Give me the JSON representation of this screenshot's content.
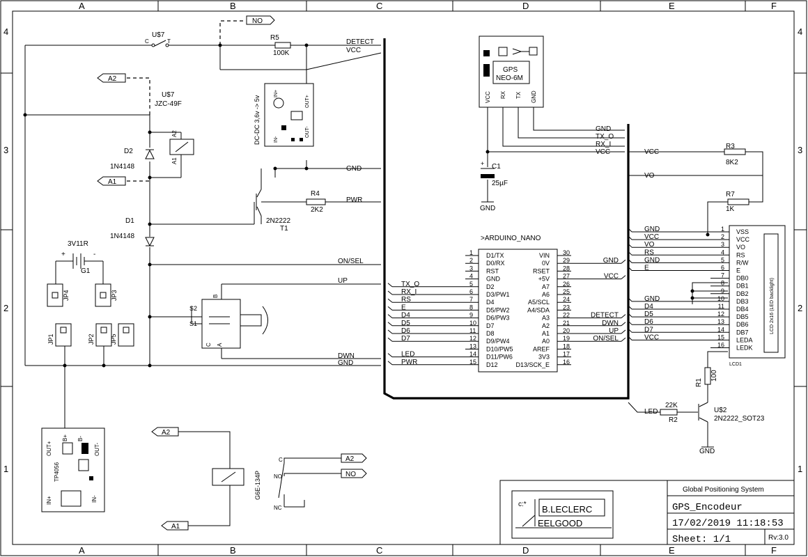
{
  "frame": {
    "cols": [
      "A",
      "B",
      "C",
      "D",
      "E",
      "F"
    ],
    "rows": [
      "4",
      "3",
      "2",
      "1"
    ]
  },
  "parts": {
    "u7_switch": {
      "name": "U$7",
      "pin_c": "C",
      "pin_t": "T"
    },
    "u7_relay": {
      "name": "U$7",
      "value": "JZC-49F",
      "pin_a2": "A2",
      "pin_a1": "A1"
    },
    "r5": {
      "name": "R5",
      "value": "100K"
    },
    "r4": {
      "name": "R4",
      "value": "2K2"
    },
    "r3": {
      "name": "R3",
      "value": "8K2"
    },
    "r7": {
      "name": "R7",
      "value": "1K"
    },
    "r2": {
      "name": "R2",
      "value": "22K"
    },
    "r1": {
      "name": "R1",
      "value": "100"
    },
    "d2": {
      "name": "D2",
      "value": "1N4148"
    },
    "d1": {
      "name": "D1",
      "value": "1N4148"
    },
    "t1": {
      "name": "T1",
      "value": "2N2222"
    },
    "u2": {
      "name": "U$2",
      "value": "2N2222_SOT23"
    },
    "c1": {
      "name": "C1",
      "value": "25µF",
      "plus": "+"
    },
    "g1": {
      "name": "G1",
      "value": "3V11R",
      "plus": "+",
      "minus": "-"
    },
    "dcdc": {
      "title": "DC-DC 3,6v -> 5v",
      "in_plus": "IN+",
      "in_minus": "IN-",
      "out_plus": "OUT+",
      "out_minus": "OUT-"
    },
    "gps": {
      "title": "GPS",
      "model": "NEO-6M",
      "pins": [
        "VCC",
        "RX",
        "TX",
        "GND"
      ]
    },
    "charger": {
      "title": "TP4056",
      "pins": [
        "OUT+",
        "B+",
        "B-",
        "OUT-",
        "IN+",
        "IN-"
      ]
    },
    "sw": {
      "s2": "S2",
      "s1": "S1",
      "b": "B",
      "c": "C",
      "a": "A"
    },
    "jumpers": [
      "JP4",
      "JP3",
      "JP1",
      "JP2",
      "JP5"
    ],
    "relay2": {
      "name": "G6E-134P",
      "c": "C",
      "no": "NO",
      "nc": "NC"
    },
    "lcd": {
      "name": "LCD1",
      "body": "LCD 2x16 (LED backlight)"
    },
    "nano": {
      "title": ">ARDUINO_NANO"
    }
  },
  "tags": {
    "no_top": "NO",
    "a2_top": "A2",
    "a1_mid": "A1",
    "a2_bottom": "A2",
    "a1_bottom": "A1",
    "a2_right": "A2",
    "no_right": "NO"
  },
  "nets": {
    "detect": "DETECT",
    "vcc": "VCC",
    "gnd": "GND",
    "pwr": "PWR",
    "on_sel": "ON/SEL",
    "up": "UP",
    "dwn": "DWN",
    "tx_o": "TX_O",
    "rx_i": "RX_I",
    "vo": "VO",
    "rs": "RS",
    "e": "E",
    "d4": "D4",
    "d5": "D5",
    "d6": "D6",
    "d7": "D7",
    "led": "LED",
    "gps_gnd": "GND",
    "gps_tx": "TX_O",
    "gps_rx": "RX_I",
    "gps_vcc": "VCC"
  },
  "nano_left": [
    {
      "num": "1",
      "label": "D1/TX"
    },
    {
      "num": "2",
      "label": "D0/RX"
    },
    {
      "num": "3",
      "label": "RST"
    },
    {
      "num": "4",
      "label": "GND"
    },
    {
      "num": "5",
      "label": "D2"
    },
    {
      "num": "6",
      "label": "D3/PW1"
    },
    {
      "num": "7",
      "label": "D4"
    },
    {
      "num": "8",
      "label": "D5/PW2"
    },
    {
      "num": "9",
      "label": "D6/PW3"
    },
    {
      "num": "10",
      "label": "D7"
    },
    {
      "num": "11",
      "label": "D8"
    },
    {
      "num": "12",
      "label": "D9/PW4"
    },
    {
      "num": "13",
      "label": "D10/PW5"
    },
    {
      "num": "14",
      "label": "D11/PW6"
    },
    {
      "num": "15",
      "label": "D12"
    }
  ],
  "nano_right": [
    {
      "num": "30",
      "label": "VIN"
    },
    {
      "num": "29",
      "label": "0V"
    },
    {
      "num": "28",
      "label": "RSET"
    },
    {
      "num": "27",
      "label": "+5V"
    },
    {
      "num": "26",
      "label": "A7"
    },
    {
      "num": "25",
      "label": "A6"
    },
    {
      "num": "24",
      "label": "A5/SCL"
    },
    {
      "num": "23",
      "label": "A4/SDA"
    },
    {
      "num": "22",
      "label": "A3"
    },
    {
      "num": "21",
      "label": "A2"
    },
    {
      "num": "20",
      "label": "A1"
    },
    {
      "num": "19",
      "label": "A0"
    },
    {
      "num": "18",
      "label": "AREF"
    },
    {
      "num": "17",
      "label": "3V3"
    },
    {
      "num": "16",
      "label": "D13/SCK_E"
    }
  ],
  "nano_left_nets": [
    "",
    "",
    "",
    "",
    "TX_O",
    "RX_I",
    "RS",
    "E",
    "D4",
    "D5",
    "D6",
    "D7",
    "",
    "LED",
    "PWR"
  ],
  "nano_right_nets": [
    "",
    "GND",
    "",
    "VCC",
    "",
    "",
    "",
    "",
    "DETECT",
    "DWN",
    "UP",
    "ON/SEL",
    "",
    "",
    ""
  ],
  "lcd_pins": [
    {
      "num": "1",
      "label": "VSS",
      "net": "GND"
    },
    {
      "num": "2",
      "label": "VCC",
      "net": "VCC"
    },
    {
      "num": "3",
      "label": "VO",
      "net": "VO"
    },
    {
      "num": "4",
      "label": "RS",
      "net": "RS"
    },
    {
      "num": "5",
      "label": "R/W",
      "net": "GND"
    },
    {
      "num": "6",
      "label": "E",
      "net": "E"
    },
    {
      "num": "7",
      "label": "DB0",
      "net": ""
    },
    {
      "num": "8",
      "label": "DB1",
      "net": ""
    },
    {
      "num": "9",
      "label": "DB2",
      "net": ""
    },
    {
      "num": "10",
      "label": "DB3",
      "net": "GND"
    },
    {
      "num": "11",
      "label": "DB4",
      "net": "D4"
    },
    {
      "num": "12",
      "label": "DB5",
      "net": "D5"
    },
    {
      "num": "13",
      "label": "DB6",
      "net": "D6"
    },
    {
      "num": "14",
      "label": "DB7",
      "net": "D7"
    },
    {
      "num": "15",
      "label": "LEDA",
      "net": "VCC"
    },
    {
      "num": "16",
      "label": "LEDK",
      "net": ""
    }
  ],
  "title_block": {
    "project": "Global Positioning System",
    "name": "GPS_Encodeur",
    "date": "17/02/2019 11:18:53",
    "sheet": "Sheet: 1/1",
    "rev": "Rv:3.0",
    "logo_prefix": "c:*",
    "author1": "B.LECLERC",
    "author2": "EELGOOD"
  },
  "gnd_label": "GND"
}
